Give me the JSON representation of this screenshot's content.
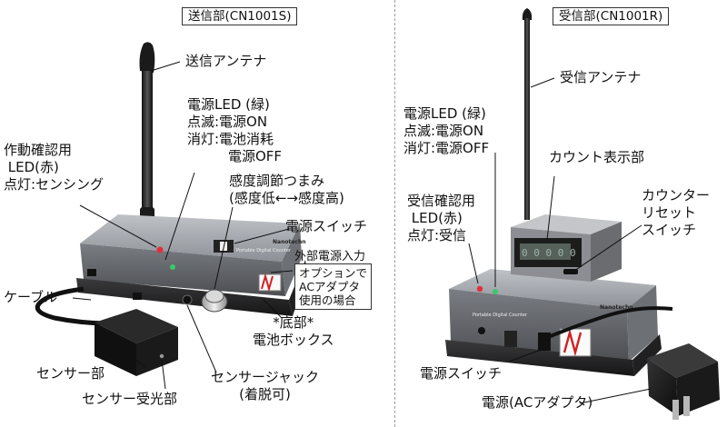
{
  "transmitter": {
    "title": "送信部(CN1001S)",
    "antenna": "送信アンテナ",
    "power_led": "電源LED (緑)\n点滅:電源ON\n消灯:電池消耗\n　　　電源OFF",
    "op_led": "作動確認用\n LED(赤)\n点灯:センシング",
    "sensitivity": "感度調節つまみ\n(感度低←→感度高)",
    "power_switch": "電源スイッチ",
    "ext_power": "外部電源入力",
    "option": "オプションで\nACアダプタ\n使用の場合",
    "cable": "ケーブル",
    "battery": "*底部*\n電池ボックス",
    "sensor": "センサー部",
    "sensor_jack": "センサージャック\n(着脱可)",
    "sensor_receiver": "センサー受光部",
    "panel_text": "Portable Digital Counter",
    "brand": "Nanotechn"
  },
  "receiver": {
    "title": "受信部(CN1001R)",
    "antenna": "受信アンテナ",
    "power_led": "電源LED (緑)\n点滅:電源ON\n消灯:電源OFF",
    "count_display": "カウント表示部",
    "reset_switch": "カウンター\nリセット\nスイッチ",
    "recv_led": "受信確認用\n LED(赤)\n点灯:受信",
    "power_switch": "電源スイッチ",
    "power_adapter": "電源(ACアダプタ)",
    "panel_text": "Portable Digital Counter",
    "brand": "Nanotechn"
  },
  "colors": {
    "accent": "#d22020",
    "led_red": "#e0303a",
    "led_green": "#39c96a",
    "device_dark": "#2a2a2c",
    "device_panel": "#8e9096",
    "sensor_black": "#151515"
  }
}
